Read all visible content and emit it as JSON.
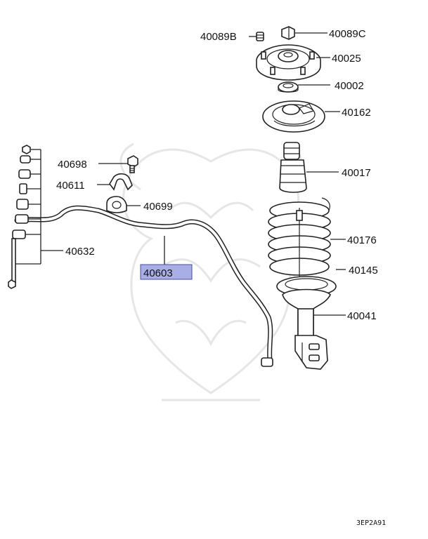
{
  "labels": {
    "p40089B": "40089B",
    "p40089C": "40089C",
    "p40025": "40025",
    "p40002": "40002",
    "p40162": "40162",
    "p40017": "40017",
    "p40176": "40176",
    "p40145": "40145",
    "p40041": "40041",
    "p40698": "40698",
    "p40611": "40611",
    "p40699": "40699",
    "p40632": "40632",
    "p40603": "40603"
  },
  "highlighted_part": "40603",
  "diagram_code": "3EP2A91",
  "colors": {
    "highlight": "#a9aee6",
    "line": "#222222",
    "watermark": "#e6e6e6"
  }
}
